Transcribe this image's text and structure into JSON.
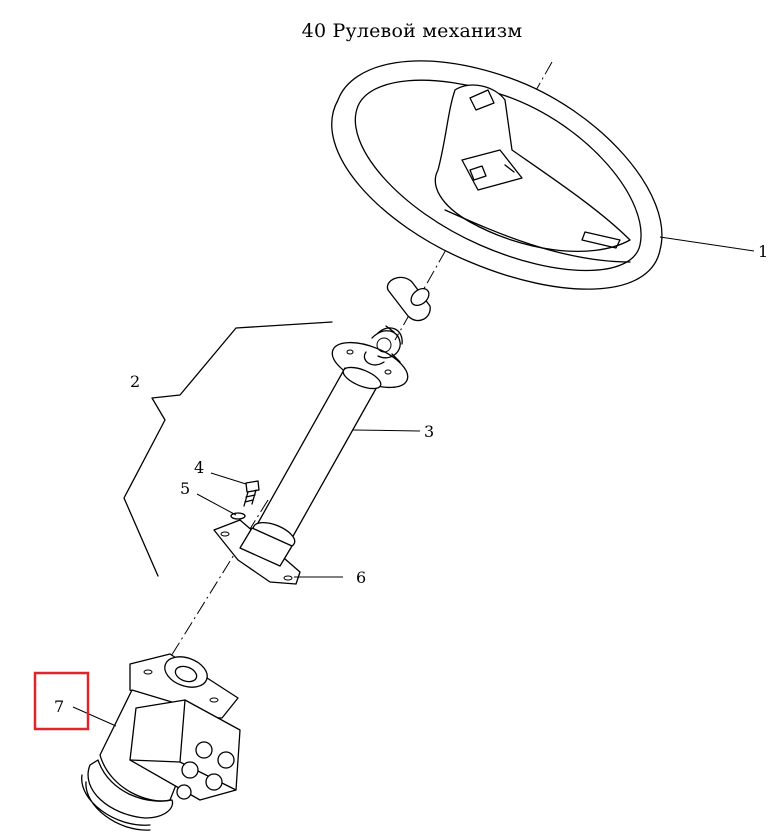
{
  "title": "40 Рулевой механизм",
  "callouts": [
    {
      "number": "1",
      "part": "steering-wheel"
    },
    {
      "number": "2",
      "part": "steering-column-assembly"
    },
    {
      "number": "3",
      "part": "column-tube"
    },
    {
      "number": "4",
      "part": "bolt"
    },
    {
      "number": "5",
      "part": "washer"
    },
    {
      "number": "6",
      "part": "mounting-bracket"
    },
    {
      "number": "7",
      "part": "steering-control-unit",
      "highlighted": true
    }
  ],
  "colors": {
    "line": "#000000",
    "highlight": "#e0242a",
    "background": "#ffffff"
  }
}
